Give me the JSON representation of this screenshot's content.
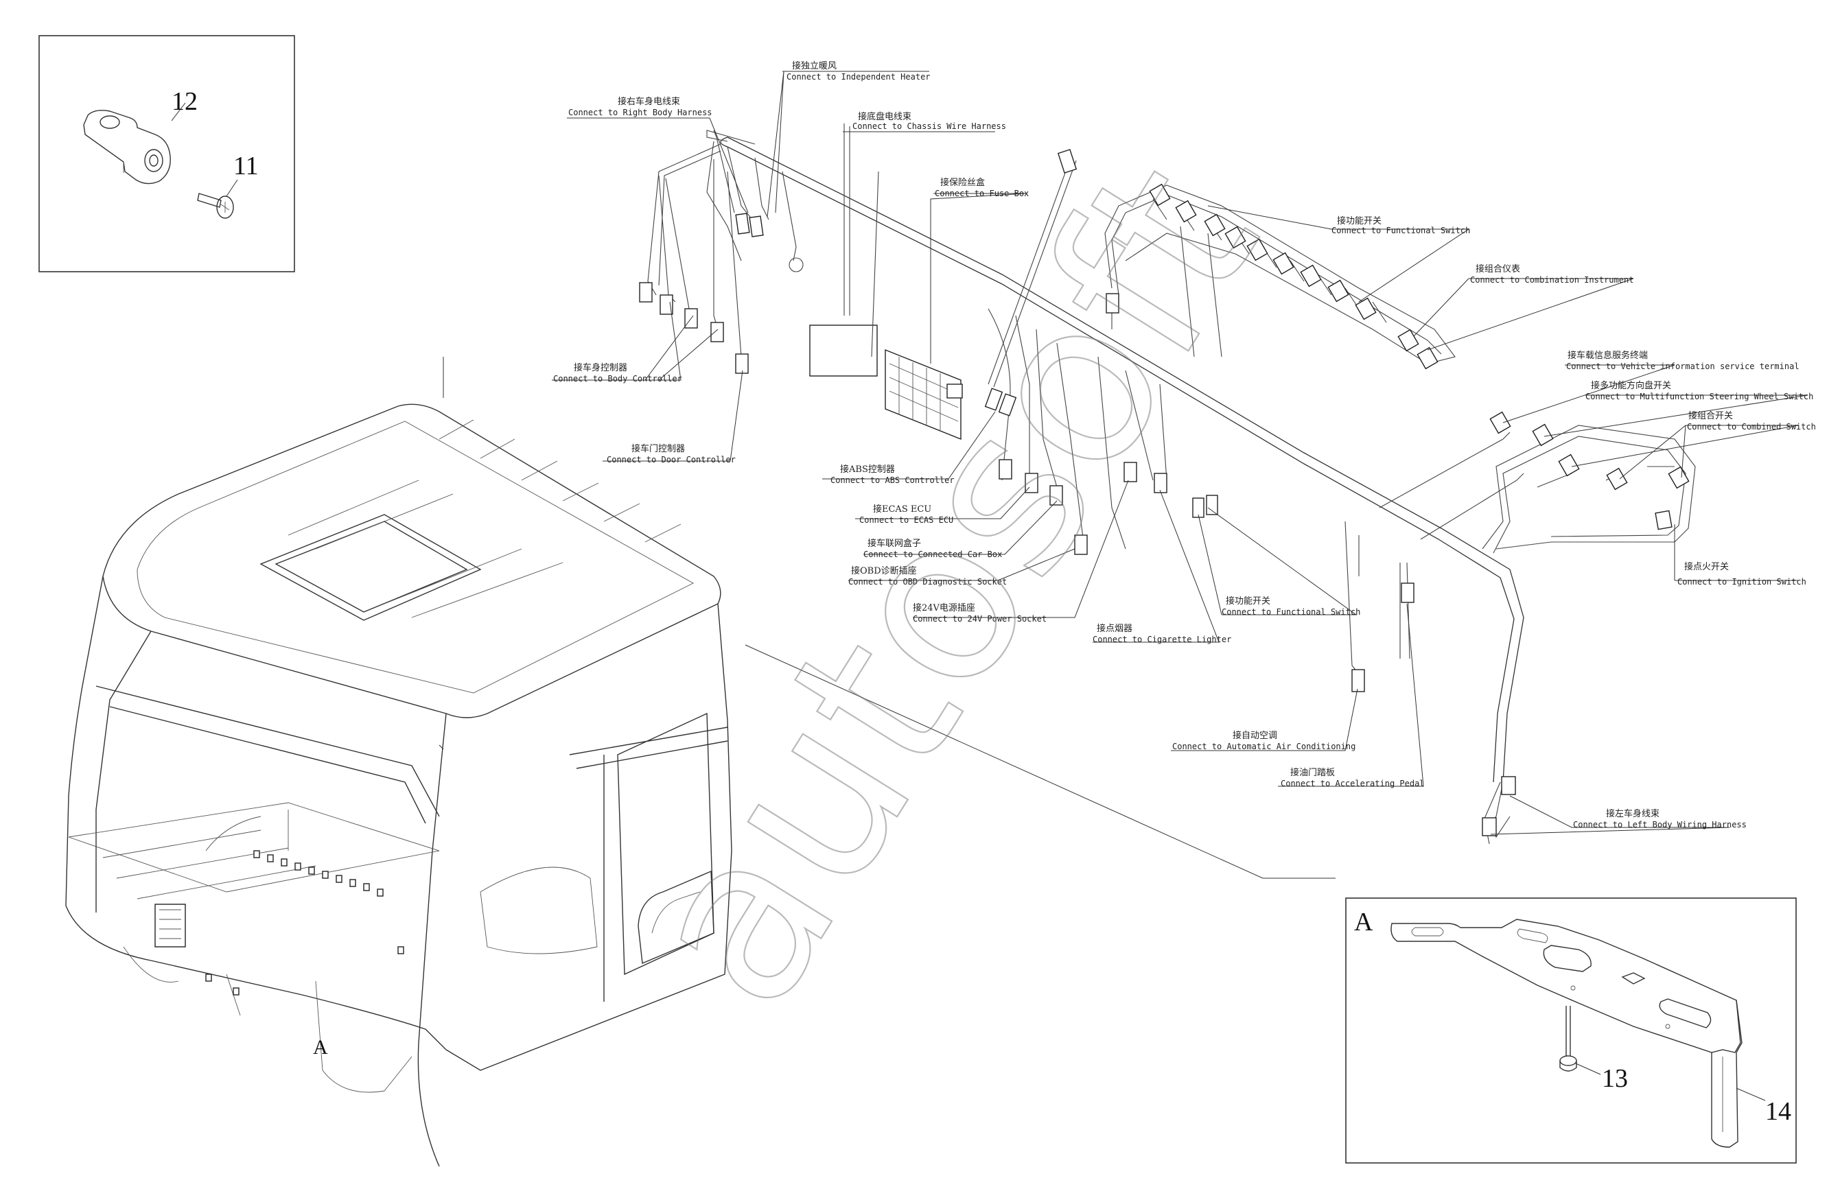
{
  "callouts": [
    {
      "cn": "接右车身电线束",
      "en": "Connect to Right Body Harness"
    },
    {
      "cn": "接独立暖风",
      "en": "Connect to Independent Heater"
    },
    {
      "cn": "接底盘电线束",
      "en": "Connect to Chassis Wire Harness"
    },
    {
      "cn": "接保险丝盒",
      "en": "Connect to Fuse Box"
    },
    {
      "cn": "接功能开关",
      "en": "Connect to Functional Switch"
    },
    {
      "cn": "接组合仪表",
      "en": "Connect to Combination Instrument"
    },
    {
      "cn": "接车载信息服务终端",
      "en": "Connect to Vehicle information service terminal"
    },
    {
      "cn": "接多功能方向盘开关",
      "en": "Connect to Multifunction Steering Wheel Switch"
    },
    {
      "cn": "接组合开关",
      "en": "Connect to Combined Switch"
    },
    {
      "cn": "接点火开关",
      "en": "Connect to Ignition Switch"
    },
    {
      "cn": "接车身控制器",
      "en": "Connect to Body Controller"
    },
    {
      "cn": "接车门控制器",
      "en": "Connect to Door Controller"
    },
    {
      "cn": "接ABS控制器",
      "en": "Connect to ABS Controller"
    },
    {
      "cn": "接ECAS ECU",
      "en": "Connect to ECAS ECU"
    },
    {
      "cn": "接车联网盒子",
      "en": "Connect to Connected Car Box"
    },
    {
      "cn": "接OBD诊断插座",
      "en": "Connect to OBD Diagnostic Socket"
    },
    {
      "cn": "接24V电源插座",
      "en": "Connect to 24V Power Socket"
    },
    {
      "cn": "接点烟器",
      "en": "Connect to Cigarette Lighter"
    },
    {
      "cn": "接功能开关",
      "en": "Connect to Functional Switch"
    },
    {
      "cn": "接自动空调",
      "en": "Connect to Automatic Air Conditioning"
    },
    {
      "cn": "接油门踏板",
      "en": "Connect to Accelerating Pedal"
    },
    {
      "cn": "接左车身线束",
      "en": "Connect to Left Body Wiring Harness"
    }
  ],
  "part_numbers": {
    "p11": "11",
    "p12": "12",
    "p13": "13",
    "p14": "14"
  },
  "detail_view": {
    "label": "A",
    "cab_marker": "A"
  },
  "watermark": "autosoft"
}
